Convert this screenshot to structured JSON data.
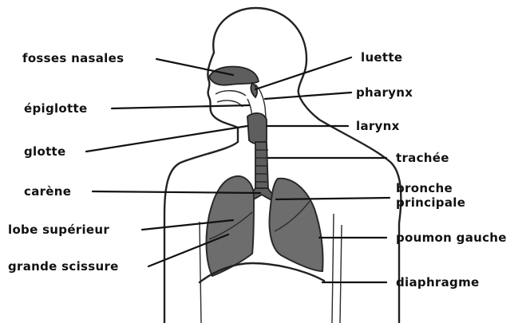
{
  "labels": {
    "fosses_nasales": "fosses nasales",
    "epiglotte": "épiglotte",
    "glotte": "glotte",
    "carene": "carène",
    "lobe_superieur": "lobe supérieur",
    "grande_scissure": "grande scissure",
    "luette": "luette",
    "pharynx": "pharynx",
    "larynx": "larynx",
    "trachee": "trachée",
    "bronche_line1": "bronche",
    "bronche_line2": "principale",
    "poumon_gauche": "poumon gauche",
    "diaphragme": "diaphragme"
  },
  "colors": {
    "organ_fill": "#5e5e5e",
    "outline": "#222222",
    "background": "#ffffff"
  }
}
